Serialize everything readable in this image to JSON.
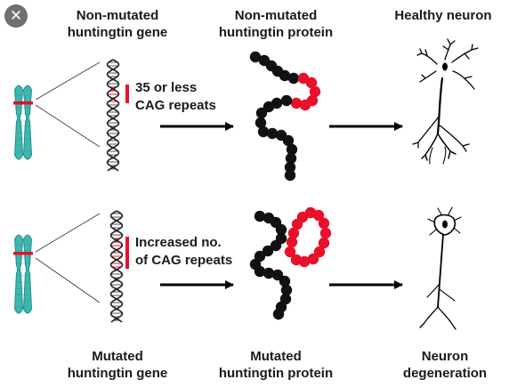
{
  "labels": {
    "top_gene": [
      "Non-mutated",
      "huntingtin gene"
    ],
    "top_protein": [
      "Non-mutated",
      "huntingtin protein"
    ],
    "top_neuron": "Healthy neuron",
    "top_repeats": [
      "35 or less",
      "CAG repeats"
    ],
    "bottom_repeats": [
      "Increased no.",
      "of CAG repeats"
    ],
    "bottom_gene": [
      "Mutated",
      "huntingtin gene"
    ],
    "bottom_protein": [
      "Mutated",
      "huntingtin protein"
    ],
    "bottom_neuron": [
      "Neuron",
      "degeneration"
    ]
  },
  "close_glyph": "✕",
  "colors": {
    "chromosome": "#3fb6b0",
    "chromosome_dark": "#1f8f8a",
    "repeat_red": "#e8102a",
    "bead_black": "#111111"
  }
}
